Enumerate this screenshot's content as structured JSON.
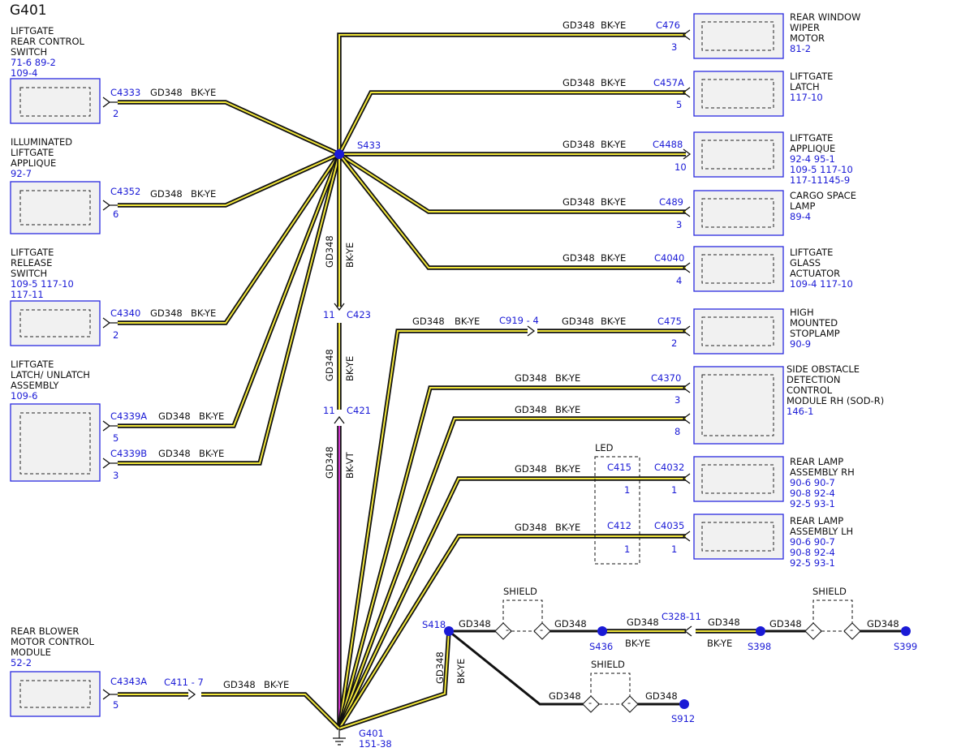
{
  "title": "G401",
  "wire": {
    "circuit": "GD348",
    "color": "BK-YE",
    "color_vt": "BK-VT"
  },
  "components_left": [
    {
      "name": [
        "LIFTGATE",
        "REAR CONTROL",
        "SWITCH"
      ],
      "refs": [
        "71-6  89-2",
        "109-4"
      ],
      "connector": "C4333",
      "pin": "2"
    },
    {
      "name": [
        "ILLUMINATED",
        "LIFTGATE",
        "APPLIQUE"
      ],
      "refs": [
        "92-7"
      ],
      "connector": "C4352",
      "pin": "6"
    },
    {
      "name": [
        "LIFTGATE",
        "RELEASE",
        "SWITCH"
      ],
      "refs": [
        "109-5  117-10",
        "117-11"
      ],
      "connector": "C4340",
      "pin": "2"
    },
    {
      "name": [
        "LIFTGATE",
        "LATCH/ UNLATCH",
        "ASSEMBLY"
      ],
      "refs": [
        "109-6"
      ],
      "connector": "C4339A",
      "pin": "5",
      "connector2": "C4339B",
      "pin2": "3"
    },
    {
      "name": [
        "REAR BLOWER",
        "MOTOR CONTROL",
        "MODULE"
      ],
      "refs": [
        "52-2"
      ],
      "connector": "C4343A",
      "pin": "5",
      "inline": "C411 - 7"
    }
  ],
  "components_right": [
    {
      "name": [
        "REAR WINDOW",
        "WIPER",
        "MOTOR"
      ],
      "refs": [
        "81-2"
      ],
      "connector": "C476",
      "pin": "3"
    },
    {
      "name": [
        "LIFTGATE",
        "LATCH"
      ],
      "refs": [
        "117-10"
      ],
      "connector": "C457A",
      "pin": "5"
    },
    {
      "name": [
        "LIFTGATE",
        "APPLIQUE"
      ],
      "refs": [
        "92-4  95-1",
        "109-5  117-10",
        "117-11145-9"
      ],
      "connector": "C4488",
      "pin": "10"
    },
    {
      "name": [
        "CARGO SPACE",
        "LAMP"
      ],
      "refs": [
        "89-4"
      ],
      "connector": "C489",
      "pin": "3"
    },
    {
      "name": [
        "LIFTGATE",
        "GLASS",
        "ACTUATOR"
      ],
      "refs": [
        "109-4  117-10"
      ],
      "connector": "C4040",
      "pin": "4"
    },
    {
      "name": [
        "HIGH",
        "MOUNTED",
        "STOPLAMP"
      ],
      "refs": [
        "90-9"
      ],
      "connector": "C475",
      "pin": "2",
      "inline": "C919 - 4"
    },
    {
      "name": [
        "SIDE OBSTACLE",
        "DETECTION",
        "CONTROL",
        "MODULE RH (SOD-R)"
      ],
      "refs": [
        "146-1"
      ],
      "connector": "C4370",
      "pin": "3",
      "pin2": "8"
    },
    {
      "name": [
        "REAR LAMP",
        "ASSEMBLY RH"
      ],
      "refs": [
        "90-6  90-7",
        "90-8  92-4",
        "92-5  93-1"
      ],
      "connector": "C4032",
      "pin": "1",
      "inline": "C415",
      "inline_pin": "1"
    },
    {
      "name": [
        "REAR LAMP",
        "ASSEMBLY LH"
      ],
      "refs": [
        "90-6  90-7",
        "90-8  92-4",
        "92-5  93-1"
      ],
      "connector": "C4035",
      "pin": "1",
      "inline": "C412",
      "inline_pin": "1"
    }
  ],
  "splices": {
    "s433": "S433",
    "s418": "S418",
    "s436": "S436",
    "s398": "S398",
    "s399": "S399",
    "s912": "S912"
  },
  "inline_connectors": {
    "c423": "C423",
    "c421": "C421",
    "pin_11": "11",
    "c328": "C328-11"
  },
  "led_label": "LED",
  "shield_label": "SHIELD",
  "ground": {
    "name": "G401",
    "ref": "151-38"
  }
}
